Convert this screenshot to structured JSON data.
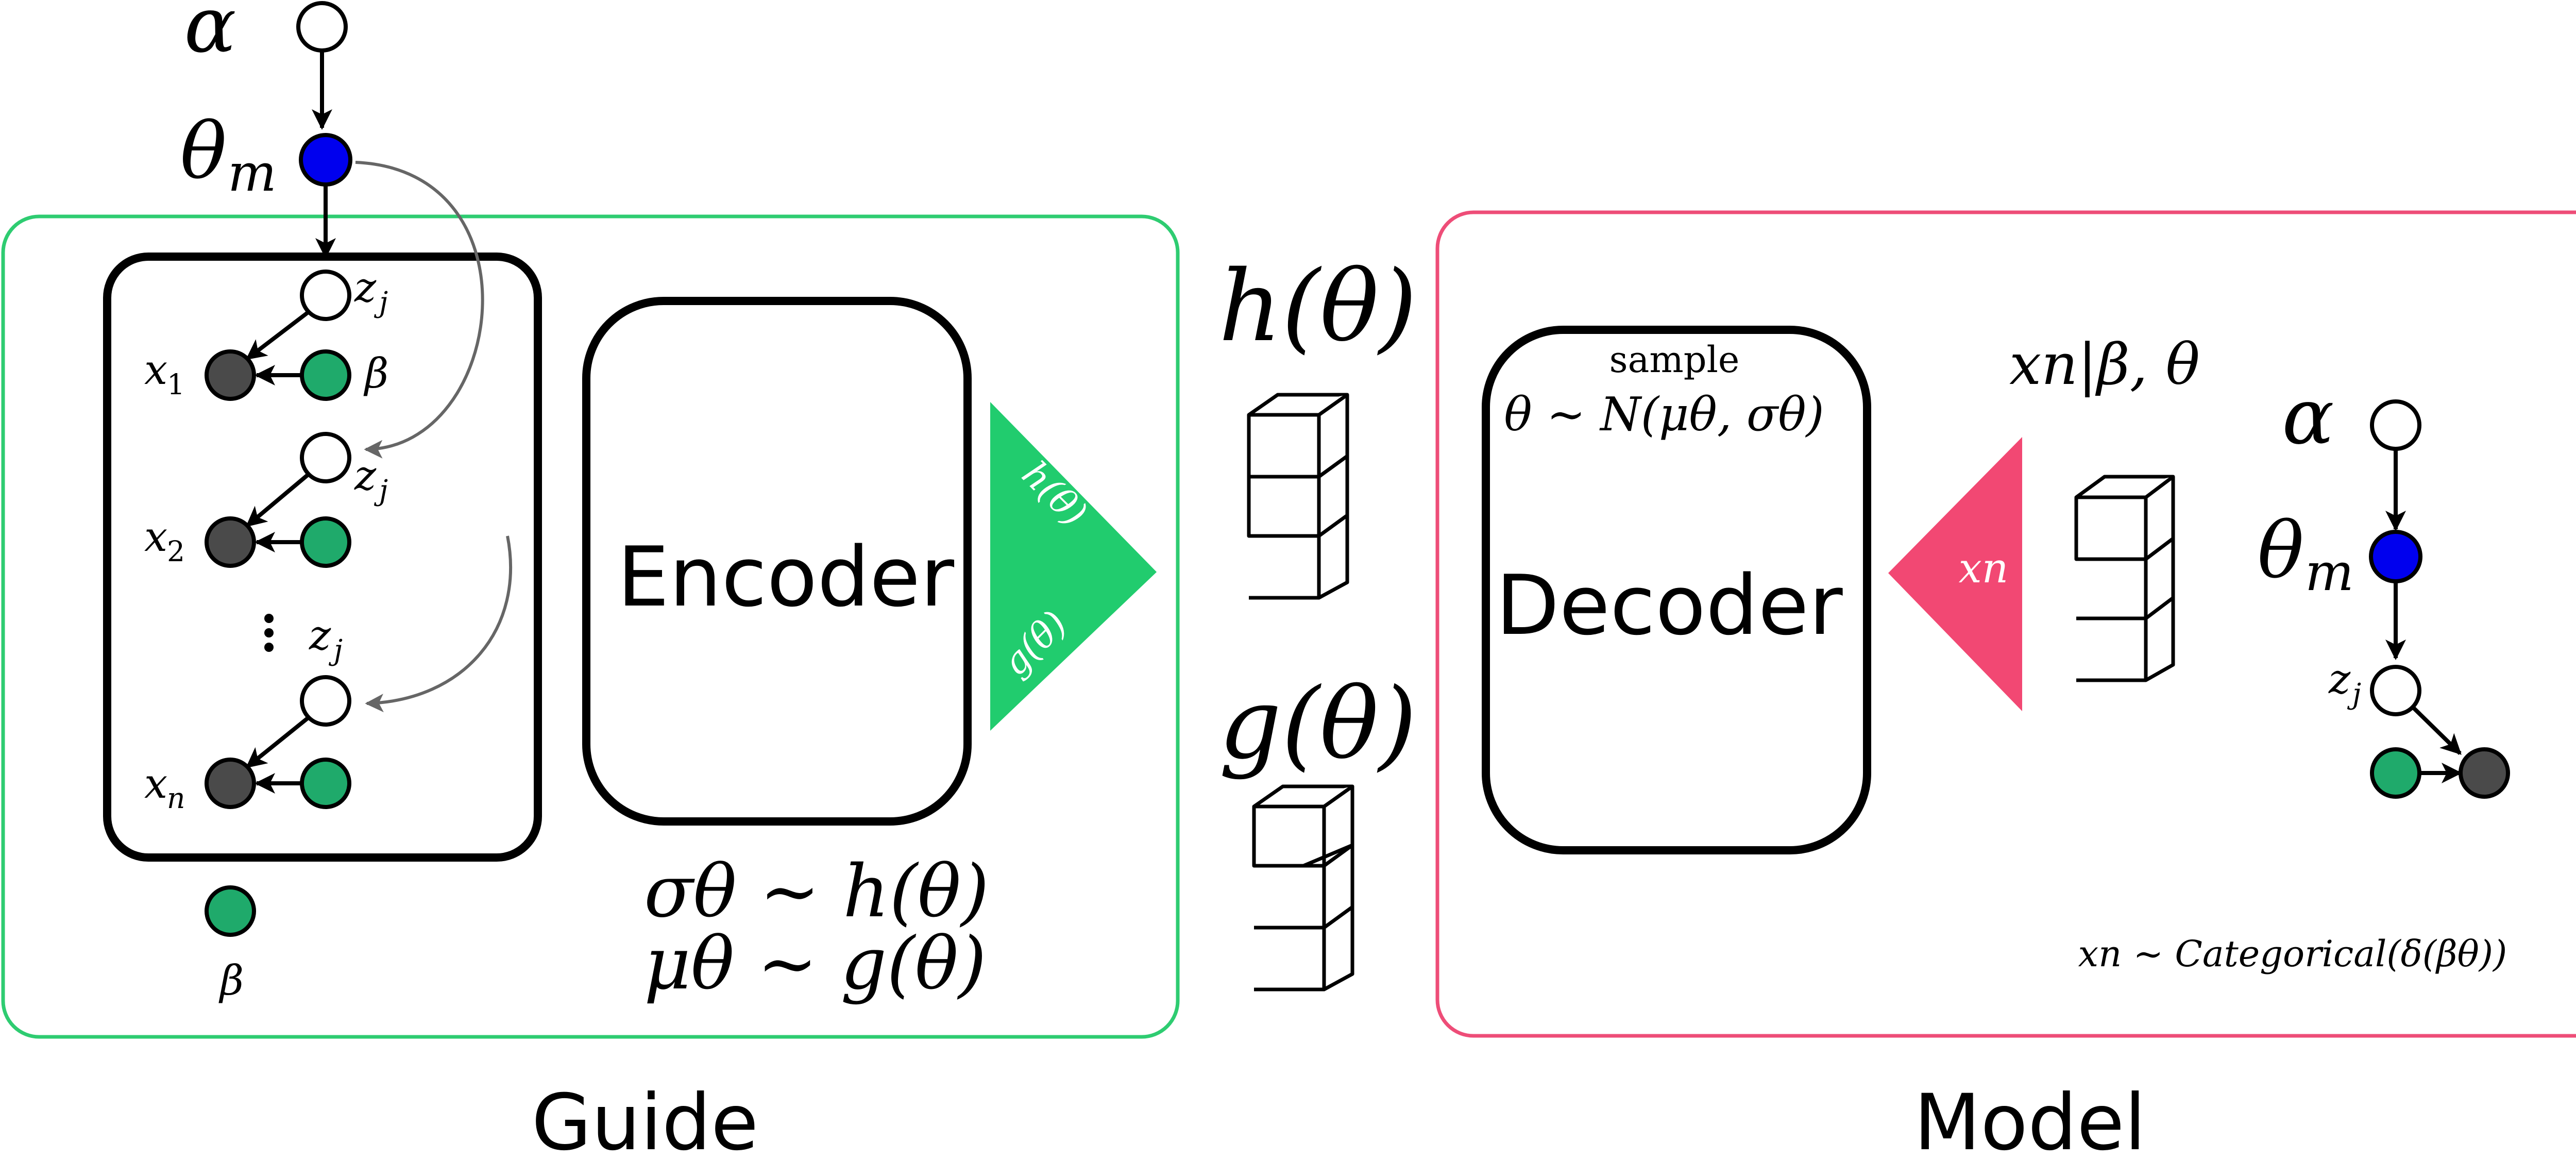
{
  "colors": {
    "guide_border": "#2ecc71",
    "model_border": "#ee4d78",
    "guide_triangle": "#21cc6e",
    "model_triangle": "#f24873",
    "observed_node": "#4a4a4a",
    "beta_node": "#1faa6b",
    "theta_node": "#0000ee"
  },
  "guide": {
    "caption": "Guide",
    "encoder_label": "Encoder",
    "alpha": "α",
    "theta_m": "θ",
    "theta_m_sub": "m",
    "z_label": "z",
    "z_sub": "j",
    "x_label": "x",
    "x_subs": [
      "1",
      "2",
      "n"
    ],
    "beta": "β",
    "triangle_top": "h(θ)",
    "triangle_bottom": "g(θ)",
    "sigma_eq": "σθ ∼ h(θ)",
    "mu_eq": "μθ ∼ g(θ)"
  },
  "middle": {
    "h_label": "h(θ)",
    "g_label": "g(θ)"
  },
  "model": {
    "caption": "Model",
    "decoder_label": "Decoder",
    "sample_label": "sample",
    "sample_eq": "θ ∼ N(μθ, σθ)",
    "cond_label": "xn|β, θ",
    "triangle_label": "xn",
    "alpha": "α",
    "theta_m": "θ",
    "theta_m_sub": "m",
    "z_label": "z",
    "z_sub": "j",
    "dist_eq": "xn ∼ Categorical(δ(βθ))"
  }
}
